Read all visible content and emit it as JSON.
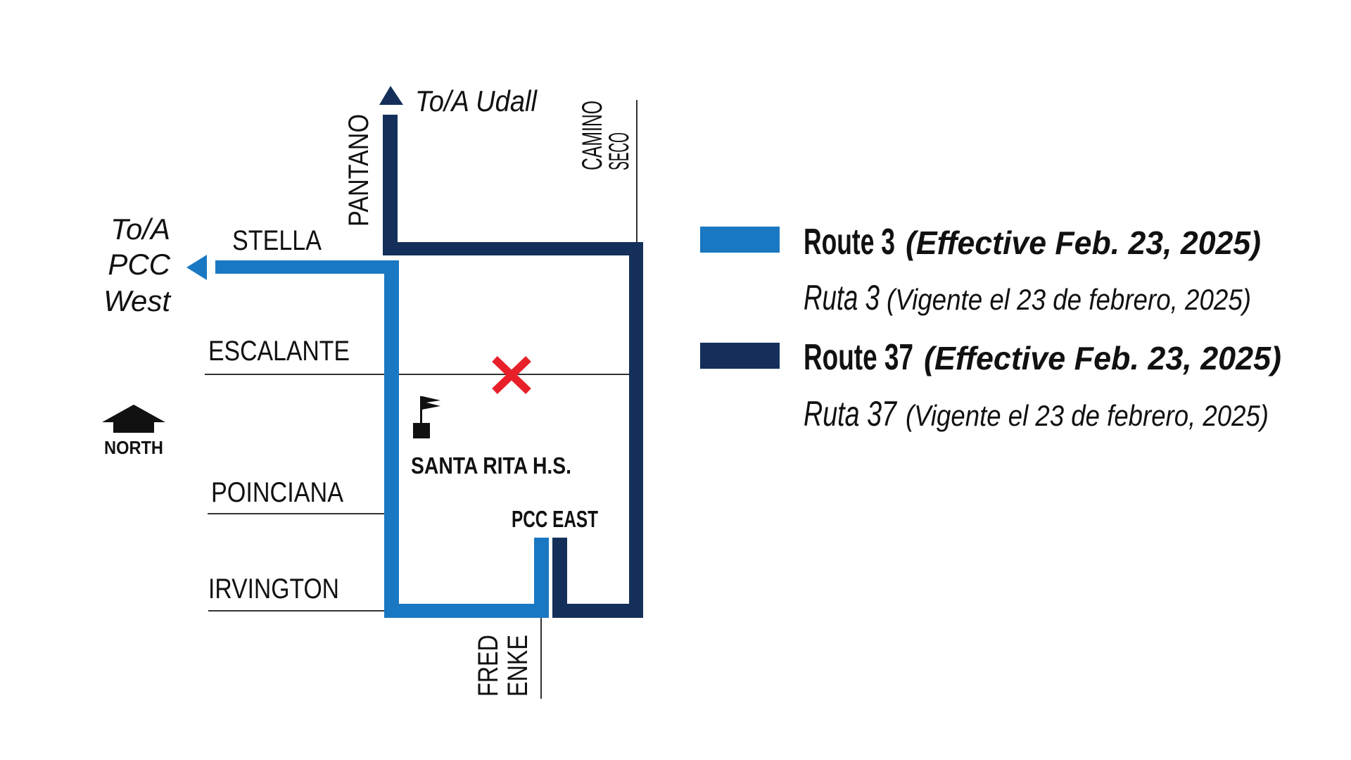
{
  "colors": {
    "route3": "#1a78c2",
    "route37": "#14305a",
    "street": "#333333",
    "closure": "#e8202a",
    "text": "#111111"
  },
  "map": {
    "destinations": {
      "udall": "To/A Udall",
      "pcc_west": [
        "To/A",
        "PCC",
        "West"
      ]
    },
    "streets": {
      "stella": "STELLA",
      "escalante": "ESCALANTE",
      "poinciana": "POINCIANA",
      "irvington": "IRVINGTON",
      "pantano": "PANTANO",
      "camino_seco": [
        "CAMINO",
        "SECO"
      ],
      "fred_enke": [
        "FRED",
        "ENKE"
      ]
    },
    "landmarks": {
      "school": "SANTA RITA H.S.",
      "pcc_east": "PCC EAST"
    },
    "north_label": "NORTH",
    "closure_icon": "red-x-closure"
  },
  "legend": [
    {
      "route": "Route 3",
      "effective": "(Effective Feb. 23, 2025)",
      "ruta": "Ruta 3",
      "vigente": "(Vigente el 23 de febrero, 2025)",
      "color": "#1a78c2"
    },
    {
      "route": "Route 37",
      "effective": "(Effective Feb. 23, 2025)",
      "ruta": "Ruta 37",
      "vigente": "(Vigente el 23 de febrero, 2025)",
      "color": "#14305a"
    }
  ]
}
